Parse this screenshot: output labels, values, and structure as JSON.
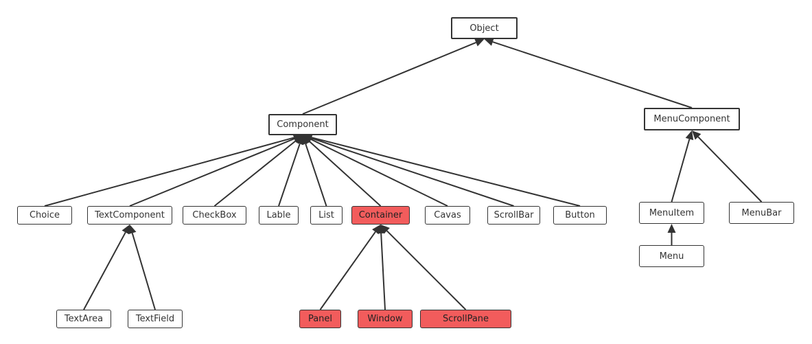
{
  "colors": {
    "highlight": "#f25c5c",
    "stroke": "#333333",
    "background": "#ffffff"
  },
  "nodes": {
    "object": {
      "label": "Object",
      "highlight": false
    },
    "component": {
      "label": "Component",
      "highlight": false
    },
    "menucomponent": {
      "label": "MenuComponent",
      "highlight": false
    },
    "choice": {
      "label": "Choice",
      "highlight": false
    },
    "textcomponent": {
      "label": "TextComponent",
      "highlight": false
    },
    "checkbox": {
      "label": "CheckBox",
      "highlight": false
    },
    "lable": {
      "label": "Lable",
      "highlight": false
    },
    "list": {
      "label": "List",
      "highlight": false
    },
    "container": {
      "label": "Container",
      "highlight": true
    },
    "cavas": {
      "label": "Cavas",
      "highlight": false
    },
    "scrollbar": {
      "label": "ScrollBar",
      "highlight": false
    },
    "button": {
      "label": "Button",
      "highlight": false
    },
    "menuitem": {
      "label": "MenuItem",
      "highlight": false
    },
    "menubar": {
      "label": "MenuBar",
      "highlight": false
    },
    "menu": {
      "label": "Menu",
      "highlight": false
    },
    "textarea": {
      "label": "TextArea",
      "highlight": false
    },
    "textfield": {
      "label": "TextField",
      "highlight": false
    },
    "panel": {
      "label": "Panel",
      "highlight": true
    },
    "window": {
      "label": "Window",
      "highlight": true
    },
    "scrollpane": {
      "label": "ScrollPane",
      "highlight": true
    }
  },
  "edges": [
    {
      "from": "component",
      "to": "object"
    },
    {
      "from": "menucomponent",
      "to": "object"
    },
    {
      "from": "choice",
      "to": "component"
    },
    {
      "from": "textcomponent",
      "to": "component"
    },
    {
      "from": "checkbox",
      "to": "component"
    },
    {
      "from": "lable",
      "to": "component"
    },
    {
      "from": "list",
      "to": "component"
    },
    {
      "from": "container",
      "to": "component"
    },
    {
      "from": "cavas",
      "to": "component"
    },
    {
      "from": "scrollbar",
      "to": "component"
    },
    {
      "from": "button",
      "to": "component"
    },
    {
      "from": "menuitem",
      "to": "menucomponent"
    },
    {
      "from": "menubar",
      "to": "menucomponent"
    },
    {
      "from": "menu",
      "to": "menuitem"
    },
    {
      "from": "textarea",
      "to": "textcomponent"
    },
    {
      "from": "textfield",
      "to": "textcomponent"
    },
    {
      "from": "panel",
      "to": "container"
    },
    {
      "from": "window",
      "to": "container"
    },
    {
      "from": "scrollpane",
      "to": "container"
    }
  ]
}
